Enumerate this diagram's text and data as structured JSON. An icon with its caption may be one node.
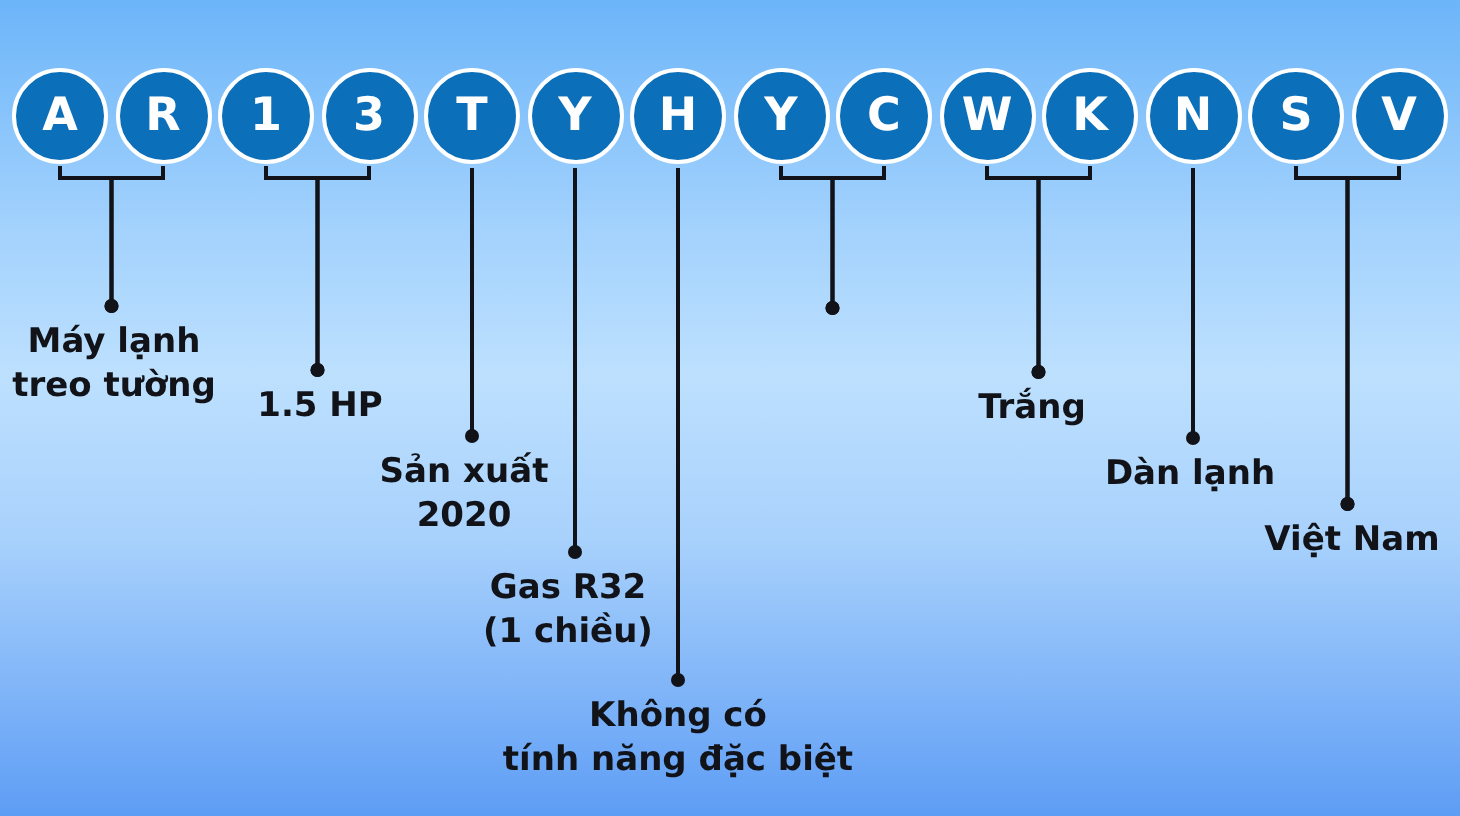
{
  "diagram": {
    "nodes": [
      {
        "text": [
          "A"
        ]
      },
      {
        "text": [
          "R"
        ]
      },
      {
        "text": [
          "1"
        ]
      },
      {
        "text": [
          "3"
        ]
      },
      {
        "text": [
          "T"
        ]
      },
      {
        "text": [
          "Y"
        ]
      },
      {
        "text": [
          "H"
        ]
      },
      {
        "text": [
          "Y"
        ]
      },
      {
        "text": [
          "C"
        ]
      },
      {
        "text": [
          "W"
        ]
      },
      {
        "text": [
          "K"
        ]
      },
      {
        "text": [
          "N"
        ]
      },
      {
        "text": [
          "S"
        ]
      },
      {
        "text": [
          "V"
        ]
      },
      {
        "text": [
          "Máy lạnh treo tường"
        ]
      },
      {
        "text": [
          "1.5 HP"
        ]
      },
      {
        "text": [
          "Sản xuất 2020"
        ]
      },
      {
        "text": [
          "Gas R32 (1 chiều)"
        ]
      },
      {
        "text": [
          "Không có tính năng đặc biệt"
        ]
      },
      {
        "text": [
          "Trắng"
        ]
      },
      {
        "text": [
          "Dàn lạnh"
        ]
      },
      {
        "text": [
          "Việt Nam"
        ]
      }
    ],
    "edges": [
      {
        "from": 0,
        "to": 14,
        "arrow": "other"
      },
      {
        "from": 1,
        "to": 14,
        "arrow": "other"
      },
      {
        "from": 2,
        "to": 15,
        "arrow": "other"
      },
      {
        "from": 3,
        "to": 15,
        "arrow": "other"
      },
      {
        "from": 4,
        "to": 16,
        "arrow": "other"
      },
      {
        "from": 5,
        "to": 17,
        "arrow": "other"
      },
      {
        "from": 6,
        "to": 18,
        "arrow": "other"
      },
      {
        "from": 7,
        "to": null,
        "arrow": "other"
      },
      {
        "from": 8,
        "to": null,
        "arrow": "other"
      },
      {
        "from": 9,
        "to": 19,
        "arrow": "other"
      },
      {
        "from": 10,
        "to": 19,
        "arrow": "other"
      },
      {
        "from": 11,
        "to": 20,
        "arrow": "other"
      },
      {
        "from": 12,
        "to": 21,
        "arrow": "other"
      },
      {
        "from": 13,
        "to": 21,
        "arrow": "other"
      }
    ]
  }
}
